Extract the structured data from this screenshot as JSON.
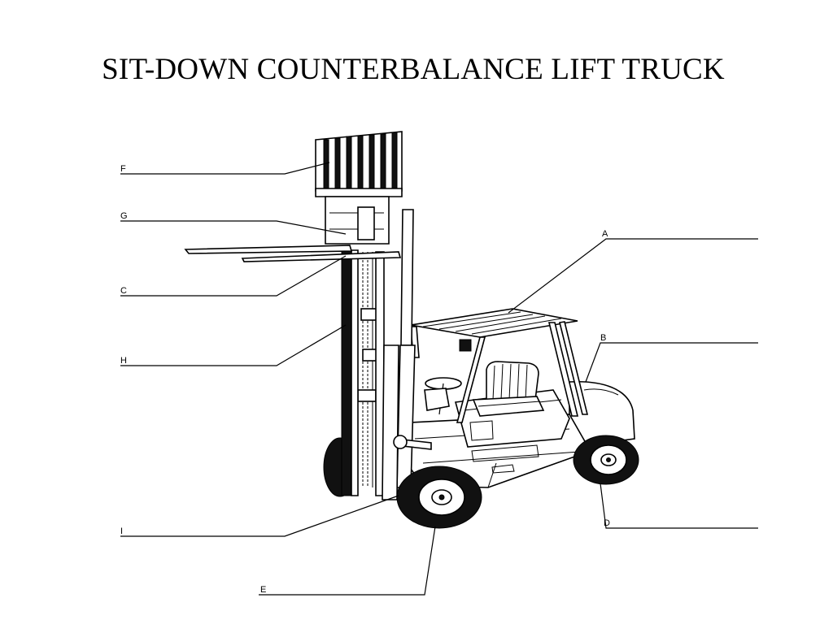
{
  "title": "SIT-DOWN COUNTERBALANCE LIFT TRUCK",
  "labels": {
    "a": "A",
    "b": "B",
    "c": "C",
    "d": "D",
    "e": "E",
    "f": "F",
    "g": "G",
    "h": "H",
    "i": "I"
  }
}
